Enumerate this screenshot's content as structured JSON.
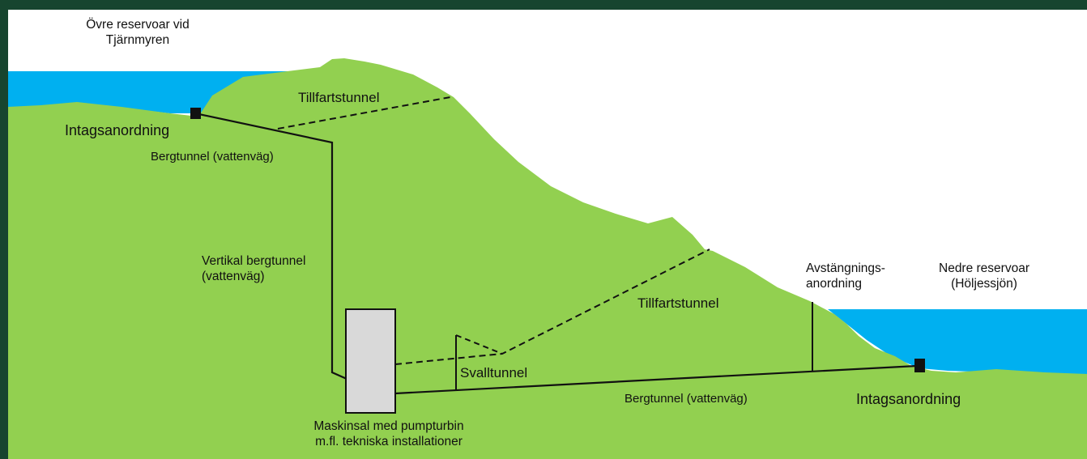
{
  "labels": {
    "upper_reservoir": [
      "Övre reservoar vid",
      "Tjärnmyren"
    ],
    "intake_upper": "Intagsanordning",
    "access_tunnel_upper": "Tillfartstunnel",
    "rock_tunnel_upper": "Bergtunnel (vattenväg)",
    "vertical_tunnel": [
      "Vertikal  bergtunnel",
      "(vattenväg)"
    ],
    "access_tunnel_lower": "Tillfartstunnel",
    "surge_tunnel": "Svalltunnel",
    "shutoff_device": [
      "Avstängnings-",
      "anordning"
    ],
    "lower_reservoir": [
      "Nedre reservoar",
      "(Höljessjön)"
    ],
    "rock_tunnel_lower": "Bergtunnel (vattenväg)",
    "intake_lower": "Intagsanordning",
    "machine_hall": [
      "Maskinsal med pumpturbin",
      "m.fl. tekniska installationer"
    ]
  },
  "colors": {
    "frame": "#17452f",
    "sky": "#ffffff",
    "ground": "#92d050",
    "water": "#00b0f0",
    "machine_hall_fill": "#d9d9d9",
    "line": "#111111"
  }
}
